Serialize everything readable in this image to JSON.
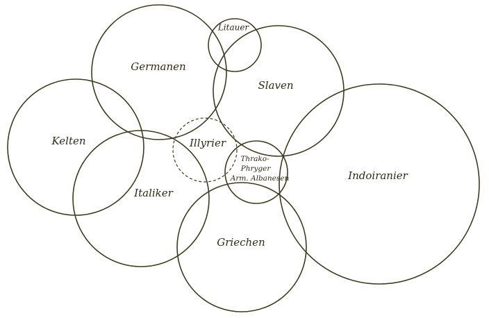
{
  "diagram": {
    "labels": {
      "germanen": "Germanen",
      "litauer": "Litauer",
      "slaven": "Slaven",
      "kelten": "Kelten",
      "illyrier": "Illyrier",
      "thrako_line1": "Thrako-",
      "thrako_line2": "Phryger",
      "thrako_line3": "Arm. Albanesen",
      "italiker": "Italiker",
      "indoiranier": "Indoiranier",
      "griechen": "Griechen"
    },
    "stroke_color": "#3d3a22",
    "text_color": "#2e2b17"
  }
}
